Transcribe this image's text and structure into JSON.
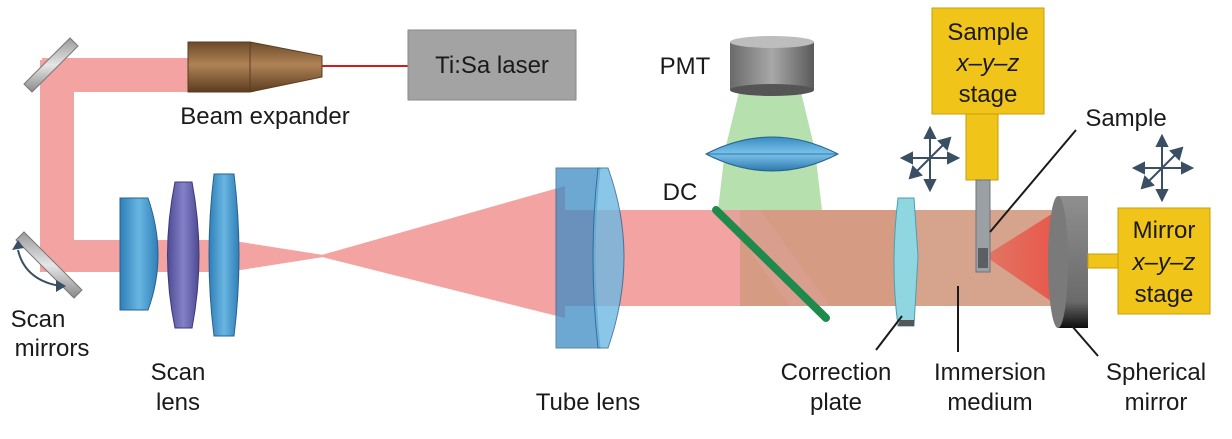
{
  "labels": {
    "laser": "Ti:Sa laser",
    "beam_expander": "Beam expander",
    "pmt": "PMT",
    "dc": "DC",
    "sample_stage_1": "Sample",
    "sample_stage_2": "x–y–z",
    "sample_stage_3": "stage",
    "sample": "Sample",
    "mirror_stage_1": "Mirror",
    "mirror_stage_2": "x–y–z",
    "mirror_stage_3": "stage",
    "scan_mirrors_1": "Scan",
    "scan_mirrors_2": "mirrors",
    "scan_lens_1": "Scan",
    "scan_lens_2": "lens",
    "tube_lens": "Tube lens",
    "correction_plate_1": "Correction",
    "correction_plate_2": "plate",
    "immersion_medium_1": "Immersion",
    "immersion_medium_2": "medium",
    "spherical_mirror_1": "Spherical",
    "spherical_mirror_2": "mirror"
  },
  "colors": {
    "beam": "#f4a3a3",
    "beam_overlap": "#d99a80",
    "fluorescence": "#a9dca0",
    "lens": "#4a9fd0",
    "lens_purple": "#6a66b5",
    "stage": "#f0c419",
    "dichroic": "#2e8b57",
    "laser_line": "#d01c1c",
    "laser_box": "#a3a3a3"
  }
}
